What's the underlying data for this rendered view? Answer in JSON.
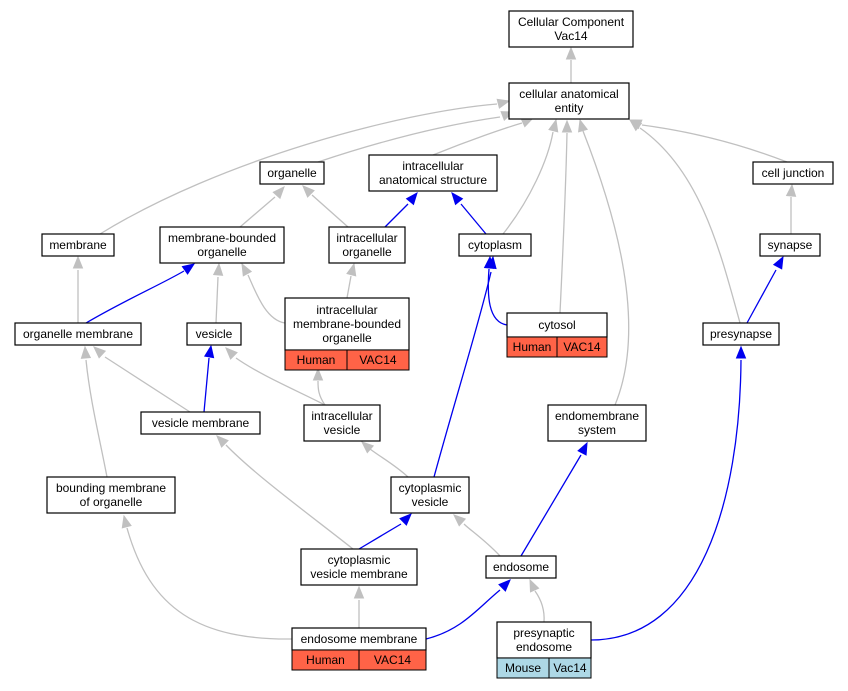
{
  "nodes": {
    "root": {
      "lines": [
        "Cellular Component",
        "Vac14"
      ]
    },
    "cae": {
      "lines": [
        "cellular anatomical",
        "entity"
      ]
    },
    "organelle": {
      "lines": [
        "organelle"
      ]
    },
    "ias": {
      "lines": [
        "intracellular",
        "anatomical structure"
      ]
    },
    "celljunc": {
      "lines": [
        "cell junction"
      ]
    },
    "membrane": {
      "lines": [
        "membrane"
      ]
    },
    "mbo": {
      "lines": [
        "membrane-bounded",
        "organelle"
      ]
    },
    "io": {
      "lines": [
        "intracellular",
        "organelle"
      ]
    },
    "cytoplasm": {
      "lines": [
        "cytoplasm"
      ]
    },
    "synapse": {
      "lines": [
        "synapse"
      ]
    },
    "imbo": {
      "lines": [
        "intracellular",
        "membrane-bounded",
        "organelle"
      ],
      "annotation": [
        "Human",
        "VAC14"
      ]
    },
    "orgmem": {
      "lines": [
        "organelle membrane"
      ]
    },
    "vesicle": {
      "lines": [
        "vesicle"
      ]
    },
    "cytosol": {
      "lines": [
        "cytosol"
      ],
      "annotation": [
        "Human",
        "VAC14"
      ]
    },
    "presynapse": {
      "lines": [
        "presynapse"
      ]
    },
    "vesmem": {
      "lines": [
        "vesicle membrane"
      ]
    },
    "iv": {
      "lines": [
        "intracellular",
        "vesicle"
      ]
    },
    "endosys": {
      "lines": [
        "endomembrane",
        "system"
      ]
    },
    "bmo": {
      "lines": [
        "bounding membrane",
        "of organelle"
      ]
    },
    "cv": {
      "lines": [
        "cytoplasmic",
        "vesicle"
      ]
    },
    "cvm": {
      "lines": [
        "cytoplasmic",
        "vesicle membrane"
      ]
    },
    "endosome": {
      "lines": [
        "endosome"
      ]
    },
    "endomem": {
      "lines": [
        "endosome membrane"
      ],
      "annotation": [
        "Human",
        "VAC14"
      ]
    },
    "preendo": {
      "lines": [
        "presynaptic",
        "endosome"
      ],
      "annotation": [
        "Mouse",
        "Vac14"
      ]
    }
  },
  "edges": [
    {
      "from": "cae",
      "to": "root",
      "type": "is_a"
    },
    {
      "from": "organelle",
      "to": "cae",
      "type": "is_a"
    },
    {
      "from": "ias",
      "to": "cae",
      "type": "is_a"
    },
    {
      "from": "celljunc",
      "to": "cae",
      "type": "is_a"
    },
    {
      "from": "membrane",
      "to": "cae",
      "type": "is_a"
    },
    {
      "from": "cytoplasm",
      "to": "cae",
      "type": "is_a"
    },
    {
      "from": "cytosol",
      "to": "cae",
      "type": "is_a"
    },
    {
      "from": "endosys",
      "to": "cae",
      "type": "is_a"
    },
    {
      "from": "presynapse",
      "to": "cae",
      "type": "is_a"
    },
    {
      "from": "mbo",
      "to": "organelle",
      "type": "is_a"
    },
    {
      "from": "io",
      "to": "organelle",
      "type": "is_a"
    },
    {
      "from": "io",
      "to": "ias",
      "type": "part_of"
    },
    {
      "from": "cytoplasm",
      "to": "ias",
      "type": "part_of"
    },
    {
      "from": "synapse",
      "to": "celljunc",
      "type": "is_a"
    },
    {
      "from": "orgmem",
      "to": "membrane",
      "type": "is_a"
    },
    {
      "from": "orgmem",
      "to": "mbo",
      "type": "part_of"
    },
    {
      "from": "vesicle",
      "to": "mbo",
      "type": "is_a"
    },
    {
      "from": "imbo",
      "to": "mbo",
      "type": "is_a"
    },
    {
      "from": "imbo",
      "to": "io",
      "type": "is_a"
    },
    {
      "from": "cytosol",
      "to": "cytoplasm",
      "type": "part_of"
    },
    {
      "from": "presynapse",
      "to": "synapse",
      "type": "part_of"
    },
    {
      "from": "vesmem",
      "to": "vesicle",
      "type": "part_of"
    },
    {
      "from": "vesmem",
      "to": "orgmem",
      "type": "is_a"
    },
    {
      "from": "iv",
      "to": "vesicle",
      "type": "is_a"
    },
    {
      "from": "iv",
      "to": "imbo",
      "type": "is_a"
    },
    {
      "from": "bmo",
      "to": "orgmem",
      "type": "is_a"
    },
    {
      "from": "cv",
      "to": "iv",
      "type": "is_a"
    },
    {
      "from": "cv",
      "to": "cytoplasm",
      "type": "part_of"
    },
    {
      "from": "cvm",
      "to": "cv",
      "type": "part_of"
    },
    {
      "from": "cvm",
      "to": "vesmem",
      "type": "is_a"
    },
    {
      "from": "endosome",
      "to": "cv",
      "type": "is_a"
    },
    {
      "from": "endosome",
      "to": "endosys",
      "type": "part_of"
    },
    {
      "from": "endomem",
      "to": "cvm",
      "type": "is_a"
    },
    {
      "from": "endomem",
      "to": "bmo",
      "type": "is_a"
    },
    {
      "from": "endomem",
      "to": "endosome",
      "type": "part_of"
    },
    {
      "from": "preendo",
      "to": "endosome",
      "type": "is_a"
    },
    {
      "from": "preendo",
      "to": "presynapse",
      "type": "part_of"
    }
  ],
  "colors": {
    "is_a": "#c0c0c0",
    "part_of": "#0000ee",
    "human_annotation": "#ff6347",
    "mouse_annotation": "#add8e6"
  }
}
